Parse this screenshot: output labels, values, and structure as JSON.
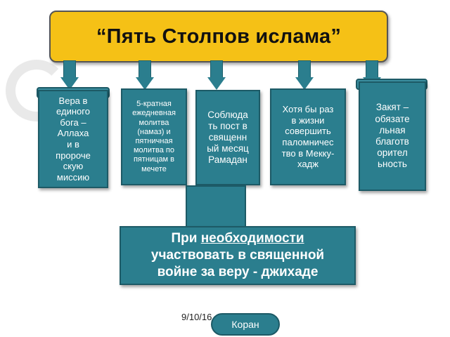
{
  "title": "“Пять Столпов ислама”",
  "pillars": [
    {
      "lines": [
        "Вера в",
        "единого",
        "бога –",
        "Аллаха",
        "и в",
        "пророче",
        "скую",
        "миссию"
      ]
    },
    {
      "lines": [
        "5-кратная",
        "ежедневная",
        "молитва",
        "(намаз) и",
        "пятничная",
        "молитва по",
        "пятницам в",
        "мечете"
      ]
    },
    {
      "lines": [
        "Соблюда",
        "ть  пост в",
        "священн",
        "ый месяц",
        "Рамадан"
      ]
    },
    {
      "lines": [
        "Хотя бы раз",
        "в жизни",
        "совершить",
        "паломничес",
        "тво в Мекку-",
        "хадж"
      ]
    },
    {
      "lines": [
        "Закят –",
        "обязате",
        "льная",
        "благотв",
        "орител",
        "ьность"
      ]
    }
  ],
  "bottom": {
    "prefix": "При ",
    "underlined": "необходимости",
    "line2": "участвовать в священной",
    "line3": "войне за веру - джихаде"
  },
  "footer": {
    "date": "9/10/16",
    "source": "Коран"
  },
  "colors": {
    "title_fill": "#f5c116",
    "box_fill": "#2b7e8e"
  }
}
